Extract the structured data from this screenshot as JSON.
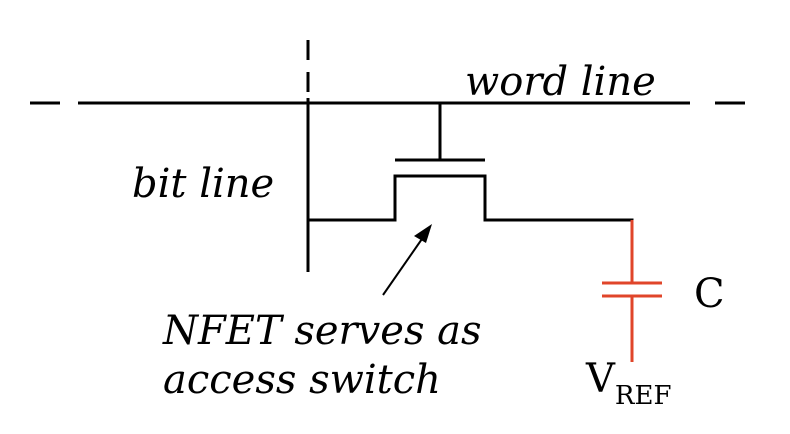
{
  "labels": {
    "word_line": "word line",
    "bit_line": "bit line",
    "capacitor": "C",
    "vref_main": "V",
    "vref_sub": "REF",
    "annotation_line1": "NFET serves as",
    "annotation_line2": "access switch"
  },
  "colors": {
    "wire": "#000000",
    "capacitor": "#e0452a"
  }
}
